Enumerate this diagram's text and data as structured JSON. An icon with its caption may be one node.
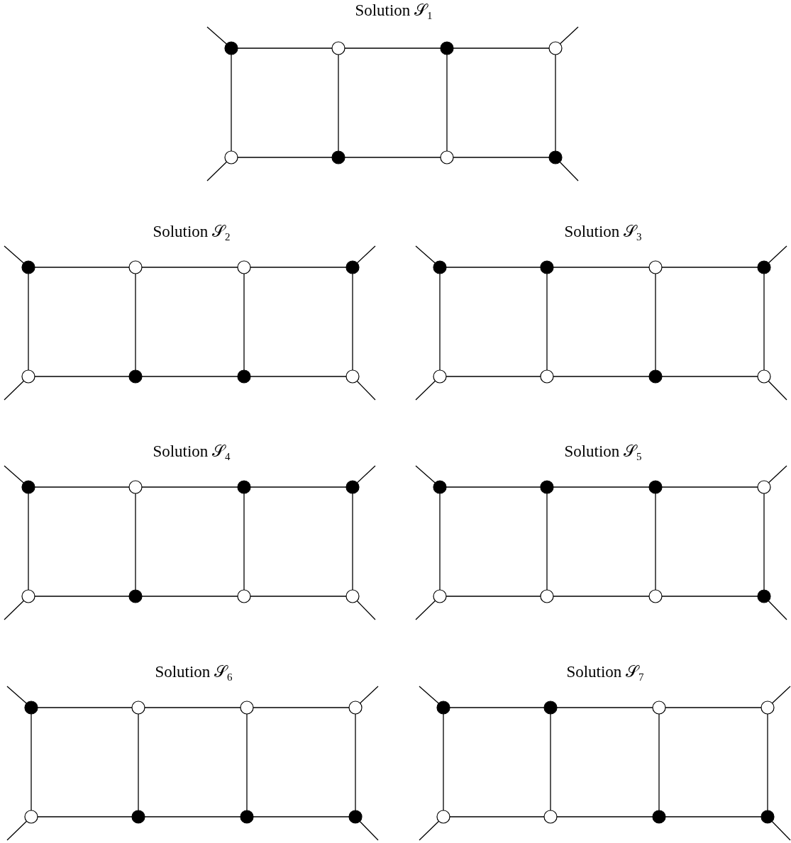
{
  "diagram": {
    "nodes": [
      {
        "text": [],
        "shape": "dot"
      },
      {
        "text": [],
        "shape": "circle"
      },
      {
        "text": [],
        "shape": "dot"
      },
      {
        "text": [],
        "shape": "circle"
      },
      {
        "text": [],
        "shape": "circle"
      },
      {
        "text": [],
        "shape": "dot"
      },
      {
        "text": [],
        "shape": "circle"
      },
      {
        "text": [],
        "shape": "dot"
      },
      {
        "text": [],
        "shape": "dot"
      },
      {
        "text": [],
        "shape": "circle"
      },
      {
        "text": [],
        "shape": "circle"
      },
      {
        "text": [],
        "shape": "dot"
      },
      {
        "text": [],
        "shape": "circle"
      },
      {
        "text": [],
        "shape": "dot"
      },
      {
        "text": [],
        "shape": "dot"
      },
      {
        "text": [],
        "shape": "circle"
      },
      {
        "text": [],
        "shape": "dot"
      },
      {
        "text": [],
        "shape": "dot"
      },
      {
        "text": [],
        "shape": "circle"
      },
      {
        "text": [],
        "shape": "dot"
      },
      {
        "text": [],
        "shape": "circle"
      },
      {
        "text": [],
        "shape": "circle"
      },
      {
        "text": [],
        "shape": "dot"
      },
      {
        "text": [],
        "shape": "circle"
      },
      {
        "text": [],
        "shape": "dot"
      },
      {
        "text": [],
        "shape": "circle"
      },
      {
        "text": [],
        "shape": "dot"
      },
      {
        "text": [],
        "shape": "dot"
      },
      {
        "text": [],
        "shape": "circle"
      },
      {
        "text": [],
        "shape": "dot"
      },
      {
        "text": [],
        "shape": "circle"
      },
      {
        "text": [],
        "shape": "circle"
      },
      {
        "text": [],
        "shape": "dot"
      },
      {
        "text": [],
        "shape": "dot"
      },
      {
        "text": [],
        "shape": "dot"
      },
      {
        "text": [],
        "shape": "circle"
      },
      {
        "text": [],
        "shape": "circle"
      },
      {
        "text": [],
        "shape": "circle"
      },
      {
        "text": [],
        "shape": "circle"
      },
      {
        "text": [],
        "shape": "dot"
      },
      {
        "text": [],
        "shape": "dot"
      },
      {
        "text": [],
        "shape": "circle"
      },
      {
        "text": [],
        "shape": "circle"
      },
      {
        "text": [],
        "shape": "circle"
      },
      {
        "text": [],
        "shape": "circle"
      },
      {
        "text": [],
        "shape": "dot"
      },
      {
        "text": [],
        "shape": "dot"
      },
      {
        "text": [],
        "shape": "dot"
      },
      {
        "text": [],
        "shape": "dot"
      },
      {
        "text": [],
        "shape": "dot"
      },
      {
        "text": [],
        "shape": "circle"
      },
      {
        "text": [],
        "shape": "circle"
      },
      {
        "text": [],
        "shape": "circle"
      },
      {
        "text": [],
        "shape": "circle"
      },
      {
        "text": [],
        "shape": "dot"
      },
      {
        "text": [],
        "shape": "dot"
      }
    ],
    "edges": [
      {
        "from": 0,
        "to": 1,
        "arrow": "none"
      },
      {
        "from": 1,
        "to": 2,
        "arrow": "none"
      },
      {
        "from": 2,
        "to": 3,
        "arrow": "none"
      },
      {
        "from": 4,
        "to": 5,
        "arrow": "none"
      },
      {
        "from": 5,
        "to": 6,
        "arrow": "none"
      },
      {
        "from": 6,
        "to": 7,
        "arrow": "none"
      },
      {
        "from": 0,
        "to": 4,
        "arrow": "none"
      },
      {
        "from": 1,
        "to": 5,
        "arrow": "none"
      },
      {
        "from": 2,
        "to": 6,
        "arrow": "none"
      },
      {
        "from": 3,
        "to": 7,
        "arrow": "none"
      },
      {
        "from": 0,
        "to": null,
        "arrow": "none"
      },
      {
        "from": 3,
        "to": null,
        "arrow": "none"
      },
      {
        "from": 4,
        "to": null,
        "arrow": "none"
      },
      {
        "from": 7,
        "to": null,
        "arrow": "none"
      },
      {
        "from": 8,
        "to": 9,
        "arrow": "none"
      },
      {
        "from": 9,
        "to": 10,
        "arrow": "none"
      },
      {
        "from": 10,
        "to": 11,
        "arrow": "none"
      },
      {
        "from": 12,
        "to": 13,
        "arrow": "none"
      },
      {
        "from": 13,
        "to": 14,
        "arrow": "none"
      },
      {
        "from": 14,
        "to": 15,
        "arrow": "none"
      },
      {
        "from": 8,
        "to": 12,
        "arrow": "none"
      },
      {
        "from": 9,
        "to": 13,
        "arrow": "none"
      },
      {
        "from": 10,
        "to": 14,
        "arrow": "none"
      },
      {
        "from": 11,
        "to": 15,
        "arrow": "none"
      },
      {
        "from": 8,
        "to": null,
        "arrow": "none"
      },
      {
        "from": 11,
        "to": null,
        "arrow": "none"
      },
      {
        "from": 12,
        "to": null,
        "arrow": "none"
      },
      {
        "from": 15,
        "to": null,
        "arrow": "none"
      },
      {
        "from": 16,
        "to": 17,
        "arrow": "none"
      },
      {
        "from": 17,
        "to": 18,
        "arrow": "none"
      },
      {
        "from": 18,
        "to": 19,
        "arrow": "none"
      },
      {
        "from": 20,
        "to": 21,
        "arrow": "none"
      },
      {
        "from": 21,
        "to": 22,
        "arrow": "none"
      },
      {
        "from": 22,
        "to": 23,
        "arrow": "none"
      },
      {
        "from": 16,
        "to": 20,
        "arrow": "none"
      },
      {
        "from": 17,
        "to": 21,
        "arrow": "none"
      },
      {
        "from": 18,
        "to": 22,
        "arrow": "none"
      },
      {
        "from": 19,
        "to": 23,
        "arrow": "none"
      },
      {
        "from": 16,
        "to": null,
        "arrow": "none"
      },
      {
        "from": 19,
        "to": null,
        "arrow": "none"
      },
      {
        "from": 20,
        "to": null,
        "arrow": "none"
      },
      {
        "from": 23,
        "to": null,
        "arrow": "none"
      },
      {
        "from": 24,
        "to": 25,
        "arrow": "none"
      },
      {
        "from": 25,
        "to": 26,
        "arrow": "none"
      },
      {
        "from": 26,
        "to": 27,
        "arrow": "none"
      },
      {
        "from": 28,
        "to": 29,
        "arrow": "none"
      },
      {
        "from": 29,
        "to": 30,
        "arrow": "none"
      },
      {
        "from": 30,
        "to": 31,
        "arrow": "none"
      },
      {
        "from": 24,
        "to": 28,
        "arrow": "none"
      },
      {
        "from": 25,
        "to": 29,
        "arrow": "none"
      },
      {
        "from": 26,
        "to": 30,
        "arrow": "none"
      },
      {
        "from": 27,
        "to": 31,
        "arrow": "none"
      },
      {
        "from": 24,
        "to": null,
        "arrow": "none"
      },
      {
        "from": 27,
        "to": null,
        "arrow": "none"
      },
      {
        "from": 28,
        "to": null,
        "arrow": "none"
      },
      {
        "from": 31,
        "to": null,
        "arrow": "none"
      },
      {
        "from": 32,
        "to": 33,
        "arrow": "none"
      },
      {
        "from": 33,
        "to": 34,
        "arrow": "none"
      },
      {
        "from": 34,
        "to": 35,
        "arrow": "none"
      },
      {
        "from": 36,
        "to": 37,
        "arrow": "none"
      },
      {
        "from": 37,
        "to": 38,
        "arrow": "none"
      },
      {
        "from": 38,
        "to": 39,
        "arrow": "none"
      },
      {
        "from": 32,
        "to": 36,
        "arrow": "none"
      },
      {
        "from": 33,
        "to": 37,
        "arrow": "none"
      },
      {
        "from": 34,
        "to": 38,
        "arrow": "none"
      },
      {
        "from": 35,
        "to": 39,
        "arrow": "none"
      },
      {
        "from": 32,
        "to": null,
        "arrow": "none"
      },
      {
        "from": 35,
        "to": null,
        "arrow": "none"
      },
      {
        "from": 36,
        "to": null,
        "arrow": "none"
      },
      {
        "from": 39,
        "to": null,
        "arrow": "none"
      },
      {
        "from": 40,
        "to": 41,
        "arrow": "none"
      },
      {
        "from": 41,
        "to": 42,
        "arrow": "none"
      },
      {
        "from": 42,
        "to": 43,
        "arrow": "none"
      },
      {
        "from": 44,
        "to": 45,
        "arrow": "none"
      },
      {
        "from": 45,
        "to": 46,
        "arrow": "none"
      },
      {
        "from": 46,
        "to": 47,
        "arrow": "none"
      },
      {
        "from": 40,
        "to": 44,
        "arrow": "none"
      },
      {
        "from": 41,
        "to": 45,
        "arrow": "none"
      },
      {
        "from": 42,
        "to": 46,
        "arrow": "none"
      },
      {
        "from": 43,
        "to": 47,
        "arrow": "none"
      },
      {
        "from": 40,
        "to": null,
        "arrow": "none"
      },
      {
        "from": 43,
        "to": null,
        "arrow": "none"
      },
      {
        "from": 44,
        "to": null,
        "arrow": "none"
      },
      {
        "from": 47,
        "to": null,
        "arrow": "none"
      },
      {
        "from": 48,
        "to": 49,
        "arrow": "none"
      },
      {
        "from": 49,
        "to": 50,
        "arrow": "none"
      },
      {
        "from": 50,
        "to": 51,
        "arrow": "none"
      },
      {
        "from": 52,
        "to": 53,
        "arrow": "none"
      },
      {
        "from": 53,
        "to": 54,
        "arrow": "none"
      },
      {
        "from": 54,
        "to": 55,
        "arrow": "none"
      },
      {
        "from": 48,
        "to": 52,
        "arrow": "none"
      },
      {
        "from": 49,
        "to": 53,
        "arrow": "none"
      },
      {
        "from": 50,
        "to": 54,
        "arrow": "none"
      },
      {
        "from": 51,
        "to": 55,
        "arrow": "none"
      },
      {
        "from": 48,
        "to": null,
        "arrow": "none"
      },
      {
        "from": 51,
        "to": null,
        "arrow": "none"
      },
      {
        "from": 52,
        "to": null,
        "arrow": "none"
      },
      {
        "from": 55,
        "to": null,
        "arrow": "none"
      }
    ],
    "labels": [
      "Solution 𝒮$_{1}$",
      "Solution 𝒮$_{2}$",
      "Solution 𝒮$_{3}$",
      "Solution 𝒮$_{4}$",
      "Solution 𝒮$_{5}$",
      "Solution 𝒮$_{6}$",
      "Solution 𝒮$_{7}$"
    ]
  }
}
